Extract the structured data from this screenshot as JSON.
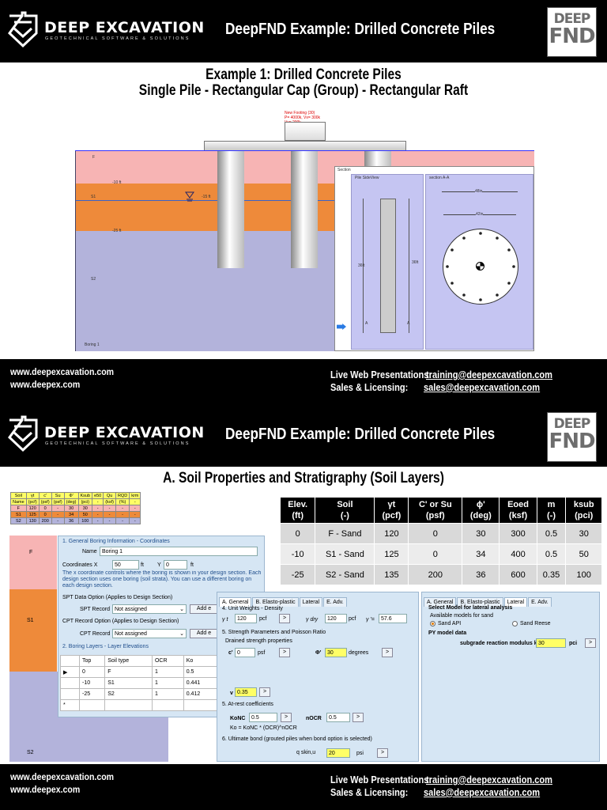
{
  "slides": [
    {
      "header": {
        "logo_name": "DEEP EXCAVATION",
        "logo_sub": "GEOTECHNICAL SOFTWARE & SOLUTIONS",
        "title": "DeepFND Example: Drilled Concrete Piles",
        "badge_top": "DEEP",
        "badge_bottom": "FND"
      },
      "footer": {
        "link1": "www.deepexcavation.com",
        "link2": "www.deepex.com",
        "live_label": "Live Web Presentations:",
        "live_email": "training@deepexcavation.com",
        "sales_label": "Sales & Licensing:",
        "sales_email": "sales@deepexcavation.com"
      }
    },
    {
      "header": {
        "logo_name": "DEEP EXCAVATION",
        "logo_sub": "GEOTECHNICAL SOFTWARE & SOLUTIONS",
        "title": "DeepFND Example: Drilled Concrete Piles",
        "badge_top": "DEEP",
        "badge_bottom": "FND"
      },
      "footer": {
        "link1": "www.deepexcavation.com",
        "link2": "www.deepex.com",
        "live_label": "Live Web Presentations:",
        "live_email": "training@deepexcavation.com",
        "sales_label": "Sales & Licensing:",
        "sales_email": "sales@deepexcavation.com"
      }
    }
  ],
  "example": {
    "title1": "Example 1: Drilled Concrete Piles",
    "title2": "Single Pile - Rectangular Cap (Group) - Rectangular Raft",
    "footing_label": "New Footing (30)",
    "load_label": "P= 4000k, Vx= 300k",
    "load_label2": "Vy= 200k",
    "layer_F": "F",
    "layer_S1": "S1",
    "layer_S2": "S2",
    "elev_10": "-10 ft",
    "elev_15": "-15 ft",
    "elev_25": "-25 ft",
    "boring_label": "Boring 1",
    "section_label": "Section",
    "side_view_label": "Pile SideView",
    "section_aa_label": "section A-A",
    "dim_48": "48in",
    "dim_42": "42in",
    "dim_36": "36ft",
    "mark_a": "A"
  },
  "soil_section": {
    "title": "A. Soil Properties and Stratigraphy (Soil Layers)",
    "props_table": {
      "headers": [
        [
          "Elev.",
          "(ft)"
        ],
        [
          "Soil",
          "(-)"
        ],
        [
          "γt",
          "(pcf)"
        ],
        [
          "C' or Su",
          "(psf)"
        ],
        [
          "ϕ'",
          "(deg)"
        ],
        [
          "Eoed",
          "(ksf)"
        ],
        [
          "m",
          "(-)"
        ],
        [
          "ksub",
          "(pci)"
        ]
      ],
      "rows": [
        [
          "0",
          "F - Sand",
          "120",
          "0",
          "30",
          "300",
          "0.5",
          "30"
        ],
        [
          "-10",
          "S1 - Sand",
          "125",
          "0",
          "34",
          "400",
          "0.5",
          "50"
        ],
        [
          "-25",
          "S2 - Sand",
          "135",
          "200",
          "36",
          "600",
          "0.35",
          "100"
        ]
      ]
    },
    "mini_table": {
      "header1": [
        "Soil",
        "γt",
        "c'",
        "Su",
        "Φ'",
        "Ksub",
        "e50",
        "Qu",
        "RQD",
        "krm"
      ],
      "header2": [
        "Name",
        "(pcf)",
        "(psf)",
        "(psf)",
        "(deg)",
        "(pci)",
        "-",
        "(ksf)",
        "(%)",
        "-"
      ],
      "rows": [
        [
          "F",
          "120",
          "0",
          "-",
          "30",
          "30",
          "-",
          "-",
          "-",
          "-"
        ],
        [
          "S1",
          "125",
          "0",
          "-",
          "34",
          "50",
          "-",
          "-",
          "-",
          "-"
        ],
        [
          "S2",
          "130",
          "200",
          "-",
          "36",
          "100",
          "-",
          "-",
          "-",
          "-"
        ]
      ]
    },
    "boring_dialog": {
      "heading1": "1. General Boring Information - Coordinates",
      "name_label": "Name",
      "name_value": "Boring 1",
      "coordx_label": "Coordinates X",
      "coordx_value": "50",
      "ft1": "ft",
      "y_label": "Y",
      "y_value": "0",
      "ft2": "ft",
      "note": "The x coordinate controls where the boring is shown in your design section. Each design section uses one boring (soil strata). You can use a different boring on each design section.",
      "spt_heading": "SPT Data Option (Applies to Design Section)",
      "spt_label": "SPT Record",
      "spt_value": "Not assigned",
      "add_label": "Add e",
      "cpt_heading": "CPT Record Option (Applies to Design Section)",
      "cpt_label": "CPT Record",
      "cpt_value": "Not assigned",
      "add_label2": "Add e",
      "heading2": "2. Boring Layers - Layer Elevations",
      "grid_headers": [
        "Top",
        "Soil type",
        "OCR",
        "Ko"
      ],
      "grid_rows": [
        [
          "0",
          "F",
          "1",
          "0.5"
        ],
        [
          "-10",
          "S1",
          "1",
          "0.441"
        ],
        [
          "-25",
          "S2",
          "1",
          "0.412"
        ]
      ],
      "new_row_marker": "*",
      "current_row_marker": "▶"
    },
    "general_dialog": {
      "tabs": [
        "A. General",
        "B. Elasto-plastic",
        "Lateral",
        "E. Adv."
      ],
      "h4": "4. Unit Weights - Density",
      "gt_label": "γ t",
      "gt_value": "120",
      "gt_unit": "pcf",
      "gdry_label": "γ dry",
      "gdry_value": "120",
      "gdry_unit": "pcf",
      "gsat_label": "γ '=",
      "gsat_value": "57.6",
      "h5": "5. Strength Parameters and Poisson Ratio",
      "drained": "Drained strength properties",
      "c_label": "c'",
      "c_value": "0",
      "c_unit": "psf",
      "phi_label": "Φ'",
      "phi_value": "30",
      "phi_unit": "degrees",
      "nu_label": "v",
      "nu_value": "0.35",
      "h5b": "5. At-rest coefficients",
      "konc_label": "KoNC",
      "konc_value": "0.5",
      "nocr_label": "nOCR",
      "nocr_value": "0.5",
      "ko_formula": "Ko = KoNC * (OCR)^nOCR",
      "h6": "6. Ultimate bond (grouted piles when bond option is selected)",
      "q_label": "q skin,u",
      "q_value": "20",
      "q_unit": "psi",
      "btn": ">"
    },
    "lateral_dialog": {
      "tabs": [
        "A. General",
        "B. Elasto-plastic",
        "Lateral",
        "E. Adv."
      ],
      "h1": "Select Model for lateral analysis",
      "avail": "Available models for sand",
      "opt1": "Sand API",
      "opt2": "Sand Reese",
      "py_heading": "PY model data",
      "k_label": "subgrade reaction modulus k",
      "k_value": "30",
      "k_unit": "pci",
      "btn": ">"
    },
    "strip_labels": {
      "F": "F",
      "S1": "S1",
      "S2": "S2"
    }
  },
  "colors": {
    "layer_F": "#f7b4b4",
    "layer_S1": "#ee8a3a",
    "layer_S2": "#b3b3db",
    "panel": "#c5c5f2",
    "dialog": "#d6e6f4",
    "highlight": "#ffff66"
  },
  "icons": [
    "deep-excavation-logo-icon",
    "deepfnd-badge-icon",
    "water-table-icon",
    "arrow-icon",
    "dropdown-icon"
  ]
}
